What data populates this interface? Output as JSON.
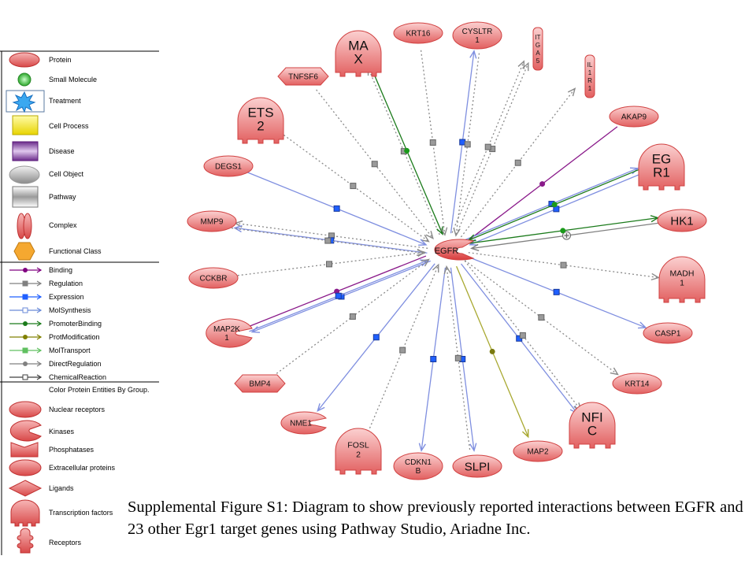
{
  "legend": {
    "entity_types": [
      {
        "label": "Protein",
        "icon": "protein-icon"
      },
      {
        "label": "Small Molecule",
        "icon": "small-molecule-icon"
      },
      {
        "label": "Treatment",
        "icon": "treatment-icon"
      },
      {
        "label": "Cell Process",
        "icon": "cell-process-icon"
      },
      {
        "label": "Disease",
        "icon": "disease-icon"
      },
      {
        "label": "Cell Object",
        "icon": "cell-object-icon"
      },
      {
        "label": "Pathway",
        "icon": "pathway-icon"
      },
      {
        "label": "Complex",
        "icon": "complex-icon"
      },
      {
        "label": "Functional Class",
        "icon": "functional-class-icon"
      }
    ],
    "relation_types": [
      {
        "label": "Binding",
        "color": "#800080",
        "marker": "dot"
      },
      {
        "label": "Regulation",
        "color": "#808080",
        "marker": "gray-square"
      },
      {
        "label": "Expression",
        "color": "#1f5fff",
        "marker": "blue-square"
      },
      {
        "label": "MolSynthesis",
        "color": "#6a8ad8",
        "marker": "open-blue-square"
      },
      {
        "label": "PromoterBinding",
        "color": "#1a7a1a",
        "marker": "green-dot"
      },
      {
        "label": "ProtModification",
        "color": "#808000",
        "marker": "olive-dot"
      },
      {
        "label": "MolTransport",
        "color": "#60c060",
        "marker": "green-square"
      },
      {
        "label": "DirectRegulation",
        "color": "#808080",
        "marker": "gray-dot"
      },
      {
        "label": "ChemicalReaction",
        "color": "#404040",
        "marker": "open-square"
      }
    ],
    "group_title": "Color Protein Entities By Group.",
    "groups": [
      {
        "label": "Nuclear receptors",
        "icon": "nuclear-receptor-icon"
      },
      {
        "label": "Kinases",
        "icon": "kinase-icon"
      },
      {
        "label": "Phosphatases",
        "icon": "phosphatase-icon"
      },
      {
        "label": "Extracellular proteins",
        "icon": "extracellular-icon"
      },
      {
        "label": "Ligands",
        "icon": "ligand-icon"
      },
      {
        "label": "Transcription factors",
        "icon": "transcription-factor-icon"
      },
      {
        "label": "Receptors",
        "icon": "receptor-icon"
      }
    ]
  },
  "network": {
    "hub": "EGFR",
    "nodes": [
      {
        "id": "MAX",
        "lines": [
          "MA",
          "X"
        ],
        "kind": "tf"
      },
      {
        "id": "KRT16",
        "lines": [
          "KRT16"
        ],
        "kind": "protein"
      },
      {
        "id": "CYSLTR1",
        "lines": [
          "CYSLTR",
          "1"
        ],
        "kind": "protein"
      },
      {
        "id": "ITGA5",
        "lines": [
          "IT",
          "G",
          "A",
          "5"
        ],
        "kind": "receptor"
      },
      {
        "id": "IL1R1",
        "lines": [
          "IL",
          "1",
          "R",
          "1"
        ],
        "kind": "receptor"
      },
      {
        "id": "TNFSF6",
        "lines": [
          "TNFSF6"
        ],
        "kind": "ligand"
      },
      {
        "id": "ETS2",
        "lines": [
          "ETS",
          "2"
        ],
        "kind": "tf"
      },
      {
        "id": "AKAP9",
        "lines": [
          "AKAP9"
        ],
        "kind": "protein"
      },
      {
        "id": "EGR1",
        "lines": [
          "EG",
          "R1"
        ],
        "kind": "tf"
      },
      {
        "id": "DEGS1",
        "lines": [
          "DEGS1"
        ],
        "kind": "protein"
      },
      {
        "id": "MMP9",
        "lines": [
          "MMP9"
        ],
        "kind": "protein"
      },
      {
        "id": "HK1",
        "lines": [
          "HK1"
        ],
        "kind": "protein"
      },
      {
        "id": "CCKBR",
        "lines": [
          "CCKBR"
        ],
        "kind": "protein"
      },
      {
        "id": "MADH1",
        "lines": [
          "MADH",
          "1"
        ],
        "kind": "tf"
      },
      {
        "id": "MAP2K1",
        "lines": [
          "MAP2K",
          "1"
        ],
        "kind": "kinase"
      },
      {
        "id": "CASP1",
        "lines": [
          "CASP1"
        ],
        "kind": "protein"
      },
      {
        "id": "KRT14",
        "lines": [
          "KRT14"
        ],
        "kind": "protein"
      },
      {
        "id": "BMP4",
        "lines": [
          "BMP4"
        ],
        "kind": "ligand"
      },
      {
        "id": "NFIC",
        "lines": [
          "NFI",
          "C"
        ],
        "kind": "tf"
      },
      {
        "id": "NME1",
        "lines": [
          "NME1"
        ],
        "kind": "kinase"
      },
      {
        "id": "FOSL2",
        "lines": [
          "FOSL",
          "2"
        ],
        "kind": "tf"
      },
      {
        "id": "CDKN1B",
        "lines": [
          "CDKN1",
          "B"
        ],
        "kind": "protein"
      },
      {
        "id": "SLPI",
        "lines": [
          "SLPI"
        ],
        "kind": "protein"
      },
      {
        "id": "MAP2",
        "lines": [
          "MAP2"
        ],
        "kind": "protein"
      }
    ],
    "edges": [
      {
        "from": "EGFR",
        "to": "MAX",
        "type": "regulation"
      },
      {
        "from": "MAX",
        "to": "EGFR",
        "type": "promoterbinding"
      },
      {
        "from": "KRT16",
        "to": "EGFR",
        "type": "regulation"
      },
      {
        "from": "EGFR",
        "to": "CYSLTR1",
        "type": "expression"
      },
      {
        "from": "CYSLTR1",
        "to": "EGFR",
        "type": "regulation"
      },
      {
        "from": "EGFR",
        "to": "ITGA5",
        "type": "regulation"
      },
      {
        "from": "EGFR",
        "to": "ITGA5",
        "type": "regulation"
      },
      {
        "from": "EGFR",
        "to": "IL1R1",
        "type": "regulation"
      },
      {
        "from": "TNFSF6",
        "to": "EGFR",
        "type": "regulation"
      },
      {
        "from": "ETS2",
        "to": "EGFR",
        "type": "regulation"
      },
      {
        "from": "AKAP9",
        "to": "EGFR",
        "type": "binding"
      },
      {
        "from": "EGR1",
        "to": "EGFR",
        "type": "expression"
      },
      {
        "from": "EGFR",
        "to": "EGR1",
        "type": "expression"
      },
      {
        "from": "EGR1",
        "to": "EGFR",
        "type": "promoterbinding"
      },
      {
        "from": "DEGS1",
        "to": "EGFR",
        "type": "expression"
      },
      {
        "from": "EGFR",
        "to": "MMP9",
        "type": "regulation"
      },
      {
        "from": "EGFR",
        "to": "MMP9",
        "type": "expression"
      },
      {
        "from": "MMP9",
        "to": "EGFR",
        "type": "regulation"
      },
      {
        "from": "HK1",
        "to": "EGFR",
        "type": "directregulation"
      },
      {
        "from": "EGFR",
        "to": "HK1",
        "type": "promoterbinding"
      },
      {
        "from": "CCKBR",
        "to": "EGFR",
        "type": "regulation"
      },
      {
        "from": "EGFR",
        "to": "MADH1",
        "type": "regulation"
      },
      {
        "from": "MAP2K1",
        "to": "EGFR",
        "type": "binding"
      },
      {
        "from": "EGFR",
        "to": "MAP2K1",
        "type": "expression"
      },
      {
        "from": "MAP2K1",
        "to": "EGFR",
        "type": "expression"
      },
      {
        "from": "EGFR",
        "to": "CASP1",
        "type": "expression"
      },
      {
        "from": "EGFR",
        "to": "KRT14",
        "type": "regulation"
      },
      {
        "from": "BMP4",
        "to": "EGFR",
        "type": "regulation"
      },
      {
        "from": "EGFR",
        "to": "NFIC",
        "type": "expression"
      },
      {
        "from": "EGFR",
        "to": "NFIC",
        "type": "regulation"
      },
      {
        "from": "EGFR",
        "to": "NME1",
        "type": "expression"
      },
      {
        "from": "FOSL2",
        "to": "EGFR",
        "type": "regulation"
      },
      {
        "from": "EGFR",
        "to": "CDKN1B",
        "type": "expression"
      },
      {
        "from": "EGFR",
        "to": "SLPI",
        "type": "expression"
      },
      {
        "from": "SLPI",
        "to": "EGFR",
        "type": "regulation"
      },
      {
        "from": "EGFR",
        "to": "MAP2",
        "type": "protmodification"
      }
    ]
  },
  "caption": "Supplemental Figure S1: Diagram to show previously reported interactions between EGFR and 23 other Egr1 target genes using Pathway Studio, Ariadne Inc."
}
